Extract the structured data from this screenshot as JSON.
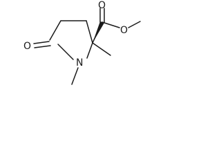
{
  "molecule": {
    "colors": {
      "background": "#ffffff",
      "bond": "#1a1a1a",
      "label": "#1a1a1a"
    },
    "atoms": {
      "carbonyl_oxygen": "O",
      "ring_nitrogen": "N",
      "ester_carbonyl_oxygen": "O",
      "ester_ether_oxygen": "O"
    }
  }
}
